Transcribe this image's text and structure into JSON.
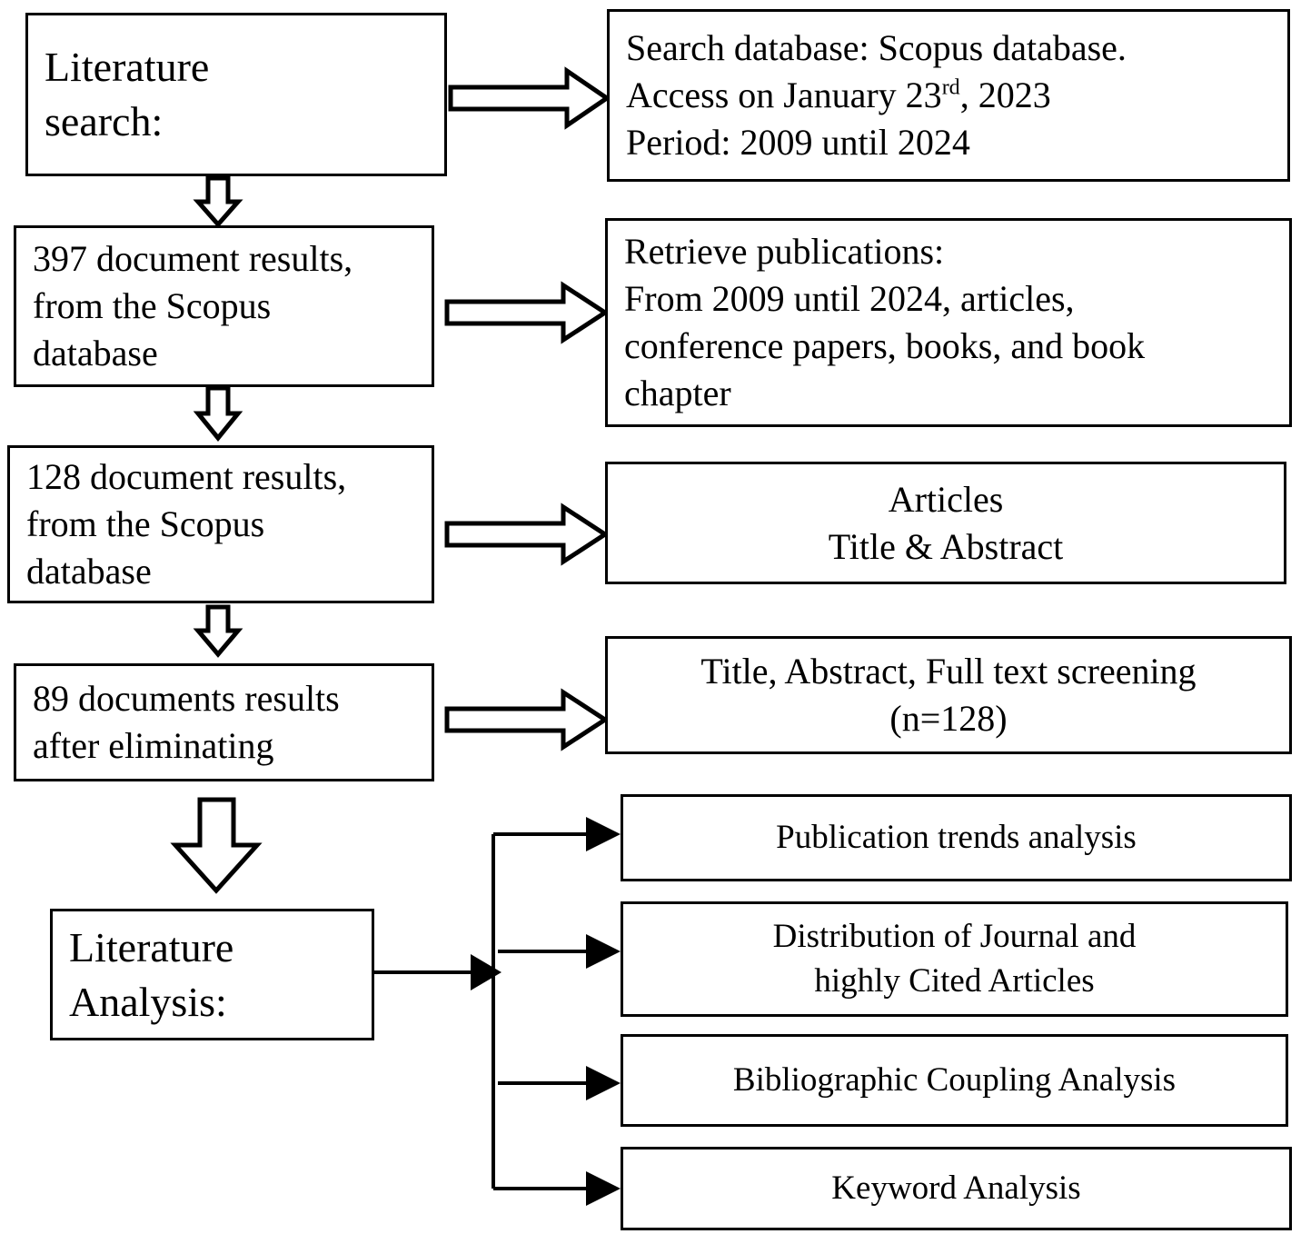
{
  "diagram": {
    "title": "Literature review methodology flowchart",
    "accent_color": "#000000",
    "background_color": "#ffffff"
  },
  "nodes": {
    "literature_search": {
      "lines": [
        "Literature",
        "search:"
      ]
    },
    "search_database": {
      "lines": [
        "Search database: Scopus database.",
        "Access on January 23rd, 2023",
        "Period: 2009 until 2024"
      ],
      "line2_prefix": "Access on January 23",
      "line2_ordinal": "rd",
      "line2_suffix": ", 2023"
    },
    "results_397": {
      "lines": [
        "397 document results,",
        "from the Scopus",
        "database"
      ]
    },
    "retrieve_publications": {
      "lines": [
        "Retrieve publications:",
        "From 2009 until 2024, articles,",
        "conference papers, books, and book",
        "chapter"
      ]
    },
    "results_128": {
      "lines": [
        "128 document results,",
        "from the Scopus",
        "database"
      ]
    },
    "articles": {
      "lines": [
        "Articles",
        "Title & Abstract"
      ]
    },
    "results_89": {
      "lines": [
        "89 documents results",
        "after eliminating"
      ]
    },
    "screening": {
      "lines": [
        "Title, Abstract, Full text screening",
        "(n=128)"
      ]
    },
    "literature_analysis": {
      "lines": [
        "Literature",
        "Analysis:"
      ]
    },
    "publication_trends": {
      "lines": [
        "Publication trends analysis"
      ]
    },
    "journal_distribution": {
      "lines": [
        "Distribution of Journal and",
        "highly Cited Articles"
      ]
    },
    "bibliographic_coupling": {
      "lines": [
        "Bibliographic Coupling Analysis"
      ]
    },
    "keyword_analysis": {
      "lines": [
        "Keyword Analysis"
      ]
    }
  },
  "connectors": [
    {
      "name": "arrow-search-to-database",
      "style": "block-right"
    },
    {
      "name": "arrow-search-down-to-397",
      "style": "block-down"
    },
    {
      "name": "arrow-397-to-retrieve",
      "style": "block-right"
    },
    {
      "name": "arrow-397-down-to-128",
      "style": "block-down"
    },
    {
      "name": "arrow-128-to-articles",
      "style": "block-right"
    },
    {
      "name": "arrow-128-down-to-89",
      "style": "block-down"
    },
    {
      "name": "arrow-89-to-screening",
      "style": "block-right"
    },
    {
      "name": "arrow-89-down-to-analysis",
      "style": "block-down-large"
    },
    {
      "name": "arrow-analysis-to-branch-trunk",
      "style": "line-right"
    },
    {
      "name": "arrow-branch-to-publication-trends",
      "style": "line-right"
    },
    {
      "name": "arrow-branch-to-journal-distribution",
      "style": "line-right"
    },
    {
      "name": "arrow-branch-to-bibliographic-coupling",
      "style": "line-right"
    },
    {
      "name": "arrow-branch-to-keyword-analysis",
      "style": "line-right"
    }
  ]
}
